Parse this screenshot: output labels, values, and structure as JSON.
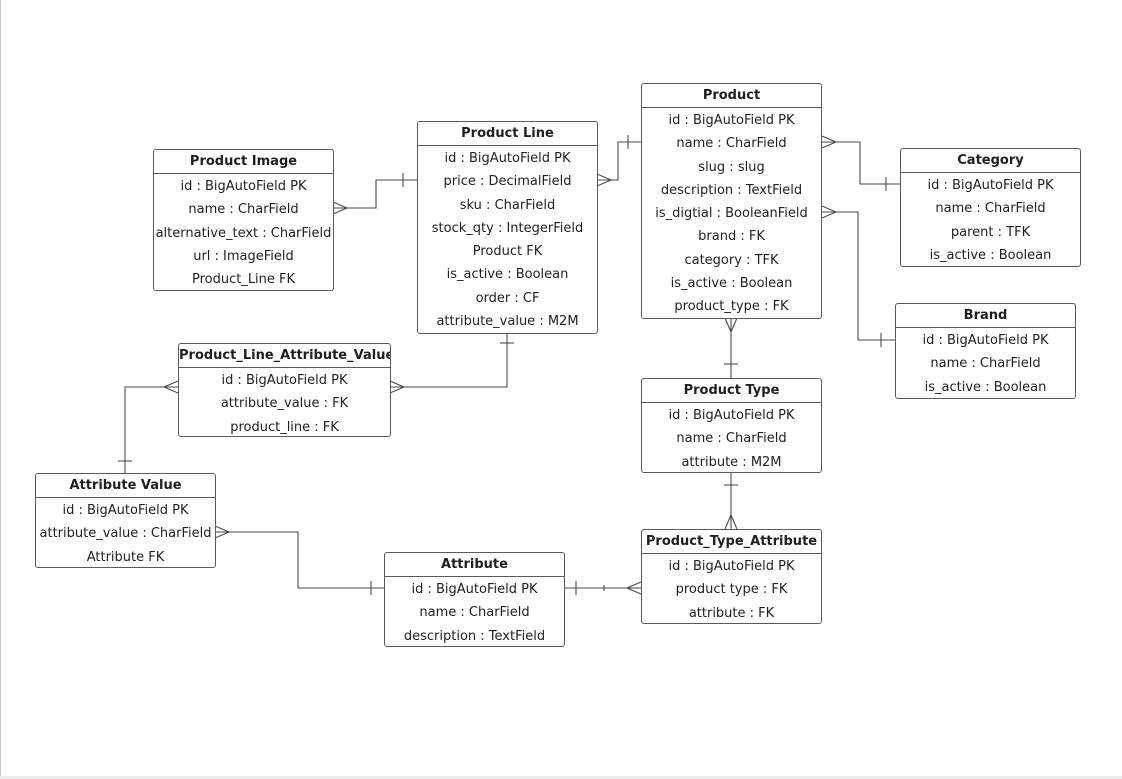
{
  "entities": {
    "product_image": {
      "title": "Product Image",
      "fields": [
        "id : BigAutoField PK",
        "name : CharField",
        "alternative_text : CharField",
        "url : ImageField",
        "Product_Line FK"
      ]
    },
    "product_line": {
      "title": "Product Line",
      "fields": [
        "id : BigAutoField PK",
        "price : DecimalField",
        "sku : CharField",
        "stock_qty : IntegerField",
        "Product FK",
        "is_active : Boolean",
        "order : CF",
        "attribute_value : M2M"
      ]
    },
    "product": {
      "title": "Product",
      "fields": [
        "id : BigAutoField PK",
        "name : CharField",
        "slug : slug",
        "description : TextField",
        "is_digtial : BooleanField",
        "brand : FK",
        "category : TFK",
        "is_active : Boolean",
        "product_type : FK"
      ]
    },
    "category": {
      "title": "Category",
      "fields": [
        "id : BigAutoField PK",
        "name : CharField",
        "parent : TFK",
        "is_active : Boolean"
      ]
    },
    "brand": {
      "title": "Brand",
      "fields": [
        "id : BigAutoField PK",
        "name : CharField",
        "is_active : Boolean"
      ]
    },
    "product_line_attribute_value": {
      "title": "Product_Line_Attribute_Value",
      "fields": [
        "id : BigAutoField PK",
        "attribute_value : FK",
        "product_line : FK"
      ]
    },
    "product_type": {
      "title": "Product Type",
      "fields": [
        "id : BigAutoField PK",
        "name : CharField",
        "attribute : M2M"
      ]
    },
    "attribute_value": {
      "title": "Attribute Value",
      "fields": [
        "id : BigAutoField PK",
        "attribute_value : CharField",
        "Attribute FK"
      ]
    },
    "attribute": {
      "title": "Attribute",
      "fields": [
        "id : BigAutoField PK",
        "name : CharField",
        "description : TextField"
      ]
    },
    "product_type_attribute": {
      "title": "Product_Type_Attribute",
      "fields": [
        "id : BigAutoField PK",
        "product type : FK",
        "attribute : FK"
      ]
    }
  },
  "relationships": [
    {
      "from": "product_image",
      "to": "product_line",
      "from_end": "many",
      "to_end": "one"
    },
    {
      "from": "product_line",
      "to": "product",
      "from_end": "many",
      "to_end": "one"
    },
    {
      "from": "product",
      "to": "category",
      "from_end": "many",
      "to_end": "one"
    },
    {
      "from": "product",
      "to": "brand",
      "from_end": "many",
      "to_end": "one"
    },
    {
      "from": "product",
      "to": "product_type",
      "from_end": "many",
      "to_end": "one"
    },
    {
      "from": "product_line_attribute_value",
      "to": "product_line",
      "from_end": "many",
      "to_end": "one"
    },
    {
      "from": "product_line_attribute_value",
      "to": "attribute_value",
      "from_end": "many",
      "to_end": "one"
    },
    {
      "from": "attribute_value",
      "to": "attribute",
      "from_end": "many",
      "to_end": "one"
    },
    {
      "from": "product_type_attribute",
      "to": "attribute",
      "from_end": "many",
      "to_end": "one"
    },
    {
      "from": "product_type_attribute",
      "to": "product_type",
      "from_end": "many",
      "to_end": "one"
    }
  ]
}
